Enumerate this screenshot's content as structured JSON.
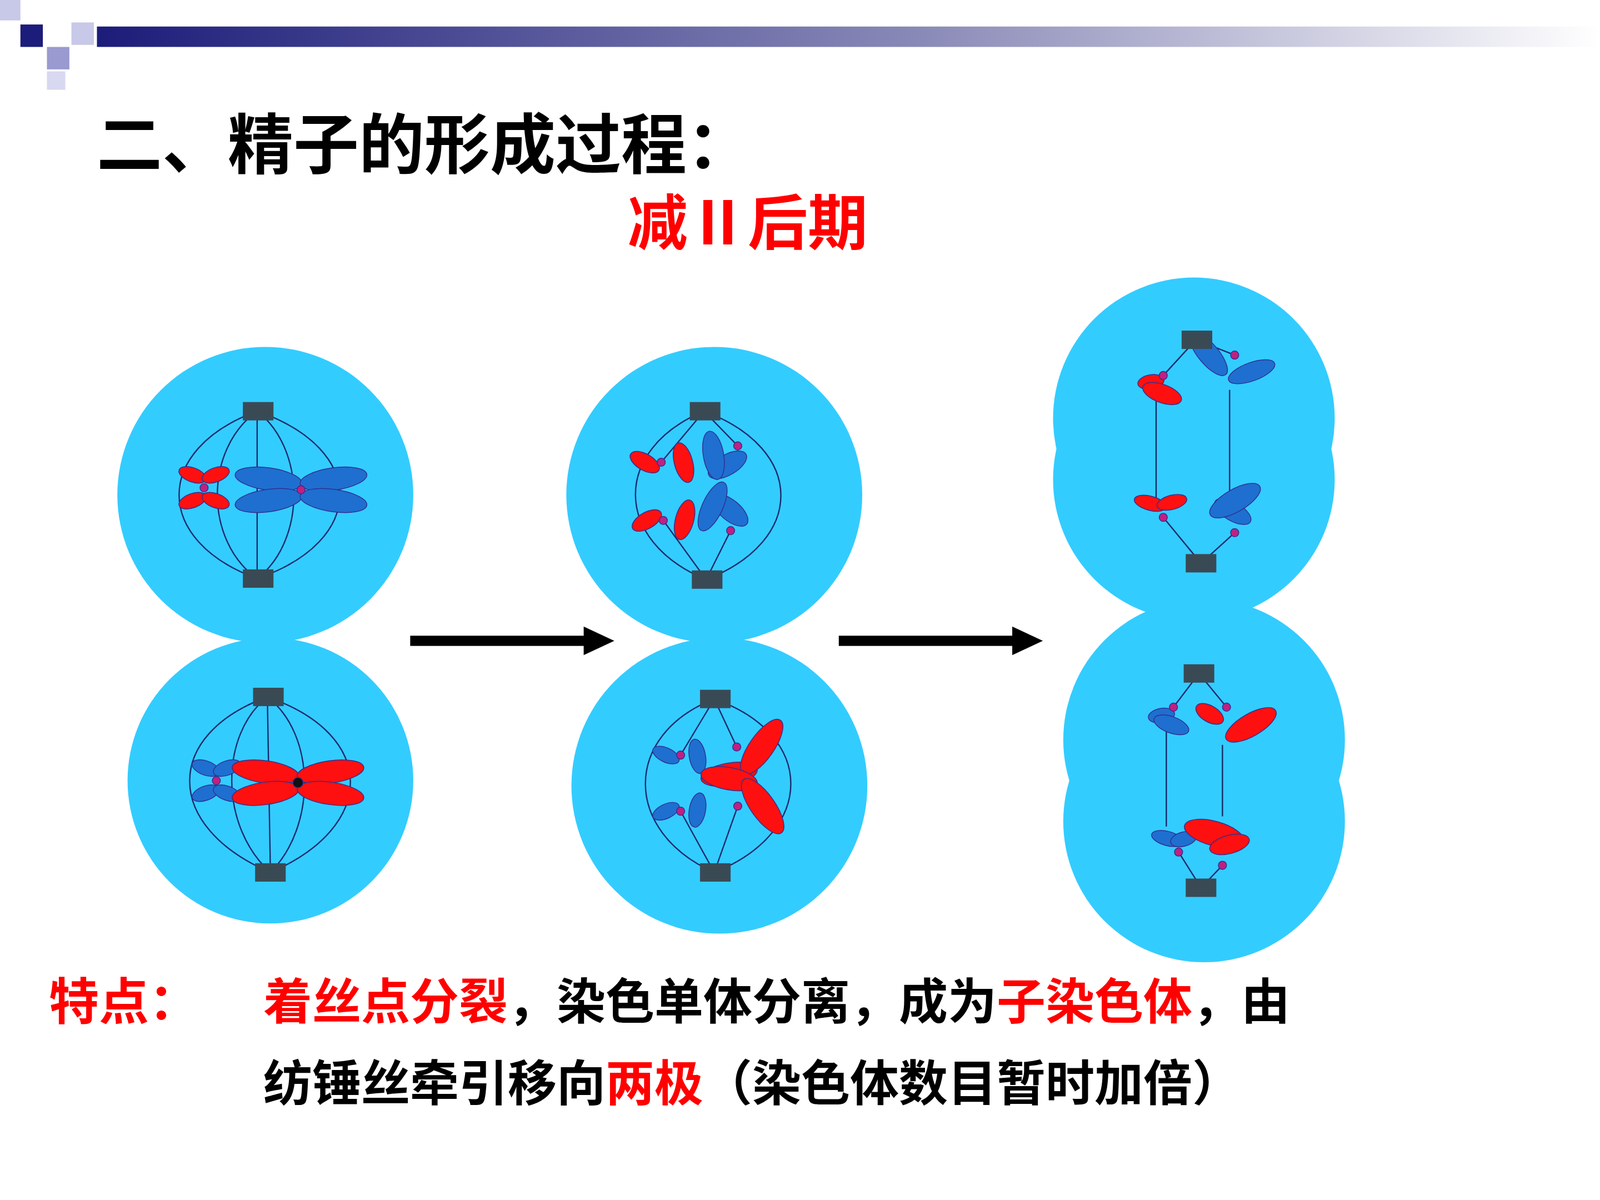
{
  "diagram": {
    "title": "二、精子的形成过程：",
    "labels": [
      "减Ⅱ后期",
      "特点：",
      "着丝点分裂",
      "，染色单体分离，成为",
      "子染色体",
      "，由",
      "纺锤丝牵引移向",
      "两极",
      "（染色体数目暂时加倍）"
    ]
  }
}
